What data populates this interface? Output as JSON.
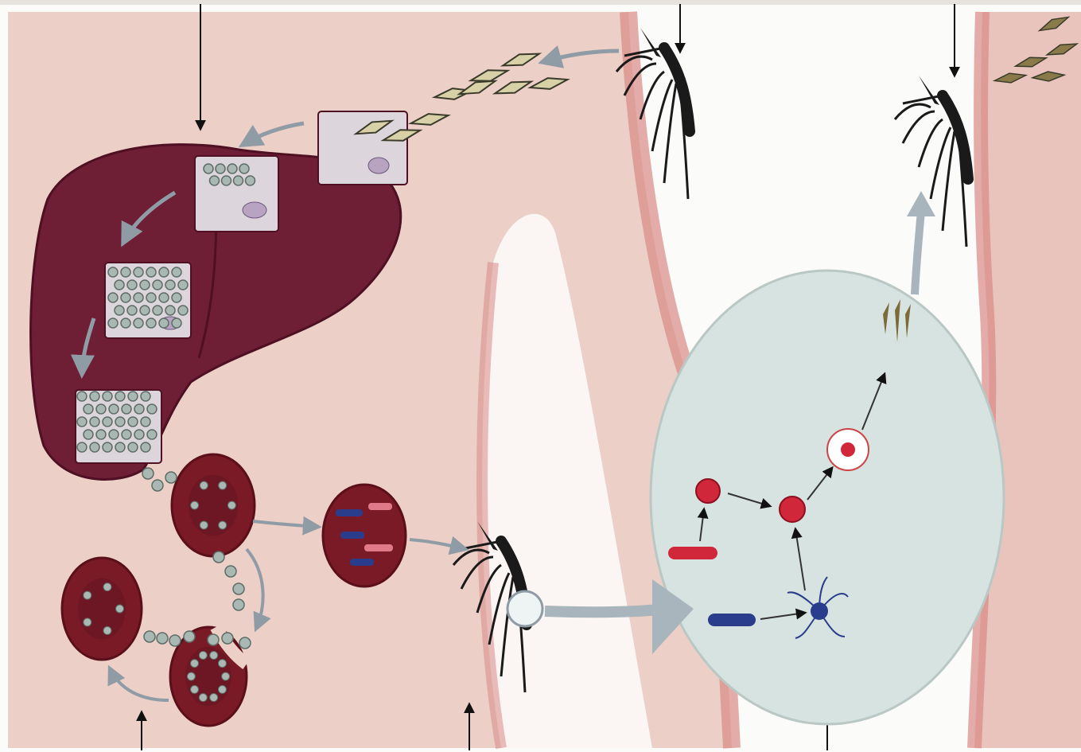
{
  "diagram": {
    "kind": "malaria-plasmodium-life-cycle",
    "palette": {
      "page": "#fbfbf9",
      "skin": "#eccfc6",
      "skin_edge": "#d98a86",
      "liver": "#6e1f35",
      "liver_dark": "#4e1022",
      "rbc": "#7a1a27",
      "rbc_edge": "#5a0f1a",
      "merozoite": "#a9b8b2",
      "gut_circle": "#d7e3e0",
      "mosquito": "#1a1a1a",
      "arrow": "#8f9ca6",
      "gamete_red": "#d0283a",
      "gamete_blue": "#2a3d8c"
    },
    "components": [
      "pointer-arrow-liver",
      "pointer-arrow-bite-infect",
      "pointer-arrow-bite-transmit",
      "pointer-arrow-rbc-cycle",
      "pointer-arrow-mosquito-feed",
      "pointer-arrow-mosquito-gut",
      "liver",
      "hepatocyte-stage-1",
      "hepatocyte-stage-2",
      "hepatocyte-stage-3",
      "hepatocyte-stage-4",
      "sporozoites",
      "infecting-mosquito",
      "transmitting-mosquito",
      "feeding-mosquito",
      "erythrocyte-cycle",
      "gametocyte-cell",
      "mosquito-gut-magnifier",
      "macrogamete",
      "zygote",
      "microgamete",
      "ookinete",
      "oocyst",
      "emerging-sporozoites"
    ]
  }
}
